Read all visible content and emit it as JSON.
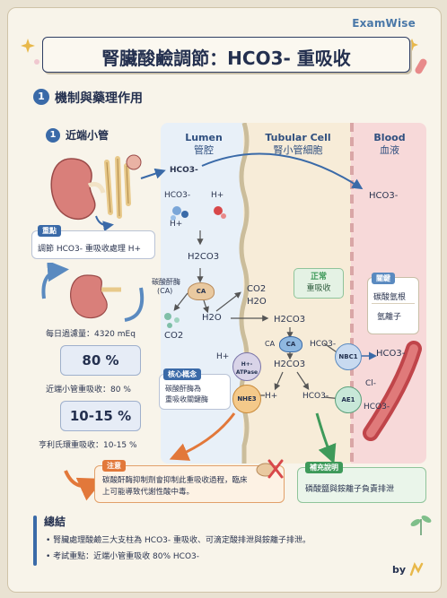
{
  "brand": "ExamWise",
  "title": "腎臟酸鹼調節：HCO3- 重吸收",
  "section": {
    "number": "1",
    "title": "機制與藥理作用"
  },
  "subsection": {
    "number": "1",
    "title": "近端小管"
  },
  "columns": {
    "lumen": {
      "en": "Lumen",
      "zh": "管腔"
    },
    "cell": {
      "en": "Tubular Cell",
      "zh": "腎小管細胞"
    },
    "blood": {
      "en": "Blood",
      "zh": "血液"
    }
  },
  "key_point": {
    "tag": "重點",
    "text": "調節 HCO3- 重吸收處理 H+"
  },
  "daily_filtered": "每日過濾量：4320 mEq",
  "proximal": {
    "value": "80 %",
    "label": "近端小管重吸收：80 %"
  },
  "henle": {
    "value": "10-15 %",
    "label": "亨利氏環重吸收：10-15 %"
  },
  "enzyme": {
    "name": "碳酸酐酶",
    "abbr": "(CA)",
    "ca": "CA"
  },
  "chem": {
    "hco3": "HCO3-",
    "h": "H+",
    "h2co3": "H2CO3",
    "co2": "CO2",
    "h2o": "H2O",
    "cl": "Cl-"
  },
  "normal": {
    "line1": "正常",
    "line2": "重吸收"
  },
  "key_ions": {
    "tag": "關鍵",
    "items": [
      "碳酸氫根",
      "氫離子"
    ]
  },
  "core_concept": {
    "tag": "核心概念",
    "text": "碳酸酐酶為\n重吸收關鍵酶"
  },
  "transporters": {
    "atpase": "H+-ATPase",
    "nhe3": "NHE3",
    "nbc1": "NBC1",
    "ae1": "AE1"
  },
  "warning": {
    "tag": "注意",
    "text": "碳酸酐酶抑制劑會抑制此重吸收過程，臨床上可能導致代謝性酸中毒。"
  },
  "supplement": {
    "tag": "補充說明",
    "text": "磷酸鹽與銨離子負責排泄"
  },
  "summary": {
    "title": "總結",
    "items": [
      "腎臟處理酸鹼三大支柱為 HCO3- 重吸收、可滴定酸排泄與銨離子排泄。",
      "考試重點：近端小管重吸收 80% HCO3-"
    ]
  },
  "byline": "by",
  "colors": {
    "navy": "#24304f",
    "blue": "#3a6aa8",
    "lumen_bg": "#e8f0f8",
    "cell_bg": "#f7ecd8",
    "blood_bg": "#f7d9d9",
    "orange": "#e2783a",
    "green": "#3e9a5a",
    "red": "#d8484a"
  }
}
